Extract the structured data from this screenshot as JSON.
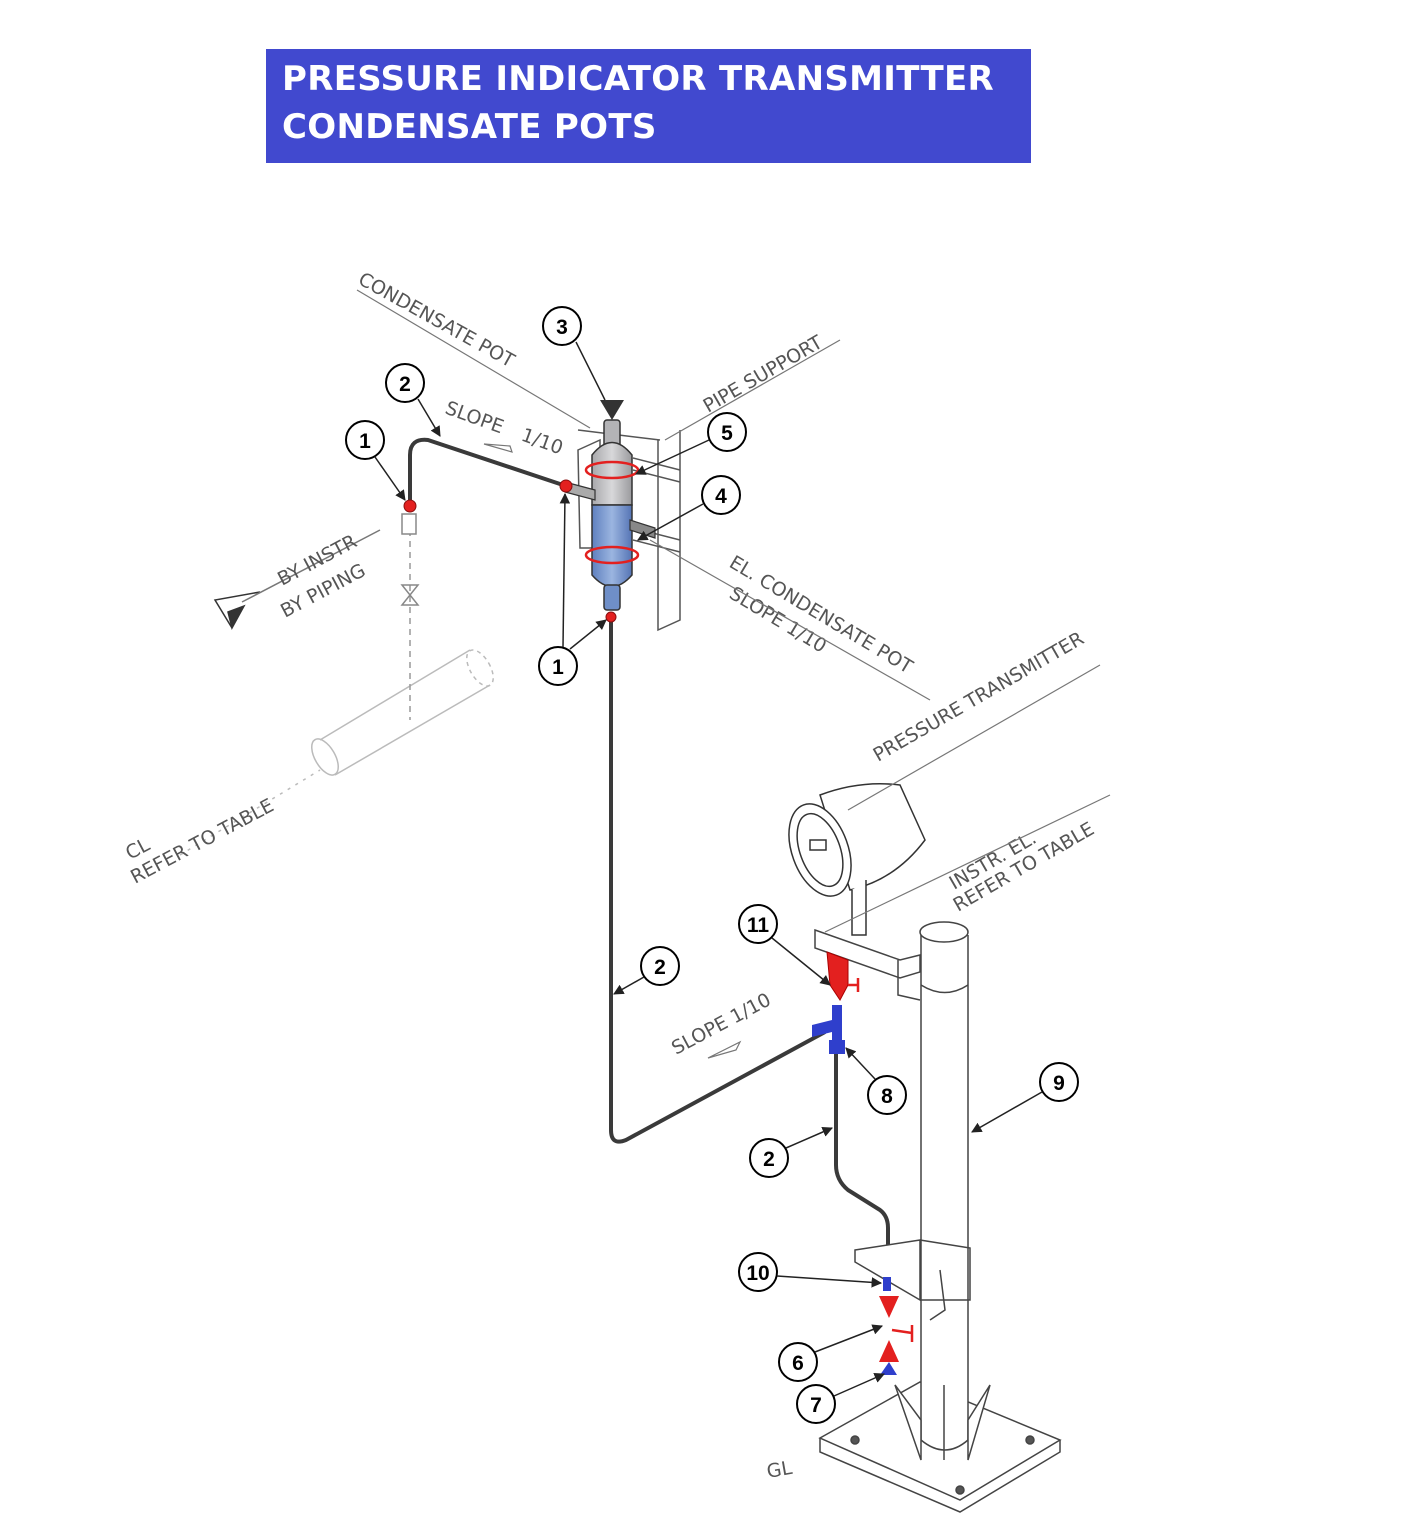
{
  "title": {
    "line1": "PRESSURE INDICATOR TRANSMITTER",
    "line2": "CONDENSATE POTS"
  },
  "labels": {
    "condensate_pot": "CONDENSATE POT",
    "pipe_support": "PIPE SUPPORT",
    "slope_upper": "SLOPE",
    "slope_upper_value": "1/10",
    "by_instr": "BY INSTR",
    "by_piping": "BY PIPING",
    "el_condensate_pot": "EL. CONDENSATE POT",
    "slope_right": "SLOPE 1/10",
    "pressure_transmitter": "PRESSURE TRANSMITTER",
    "instr_el": "INSTR. EL.",
    "refer_to_table_right": "REFER TO TABLE",
    "cl": "CL",
    "refer_to_table_left": "REFER TO TABLE",
    "slope_lower": "SLOPE 1/10",
    "gl": "GL"
  },
  "callouts": {
    "c1_top": "1",
    "c2_top": "2",
    "c3": "3",
    "c5": "5",
    "c4": "4",
    "c1_bottom": "1",
    "c2_mid": "2",
    "c11": "11",
    "c8": "8",
    "c9": "9",
    "c2_low": "2",
    "c10": "10",
    "c6": "6",
    "c7": "7"
  },
  "colors": {
    "title_bg": "#4149cf",
    "fitting_red": "#e3201f",
    "fitting_blue": "#2f3fcc",
    "pot_grey": "#c9c9cc",
    "pot_blue": "#7f9fd0",
    "line_dark": "#3a3a3a"
  }
}
